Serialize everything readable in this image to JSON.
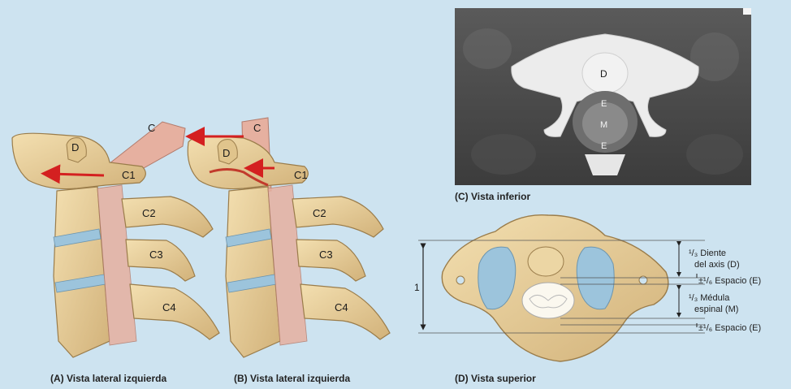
{
  "panel_a": {
    "caption": "(A)  Vista lateral izquierda",
    "labels": {
      "d": "D",
      "c": "C",
      "c1": "C1",
      "c2": "C2",
      "c3": "C3",
      "c4": "C4"
    }
  },
  "panel_b": {
    "caption": "(B)  Vista lateral izquierda",
    "labels": {
      "d": "D",
      "c": "C",
      "c1": "C1",
      "c2": "C2",
      "c3": "C3",
      "c4": "C4"
    }
  },
  "panel_c": {
    "caption": "(C)  Vista inferior",
    "labels": {
      "d": "D",
      "e_top": "E",
      "m": "M",
      "e_bottom": "E"
    }
  },
  "panel_d": {
    "caption": "(D)  Vista superior",
    "scale_total": "1",
    "annotations": {
      "diente_1": "¹/₃ Diente",
      "diente_2": "del axis (D)",
      "espacio_1": "±¹/₆ Espacio (E)",
      "medula_1": "¹/₃ Médula",
      "medula_2": "espinal (M)",
      "espacio_2": "±¹/₆ Espacio (E)"
    }
  },
  "colors": {
    "background": "#cde3f0",
    "bone": "#e8cf98",
    "bone_dark": "#b8935a",
    "disc": "#9cc4dc",
    "ligament": "#e6b0a0",
    "arrow": "#d42020"
  }
}
